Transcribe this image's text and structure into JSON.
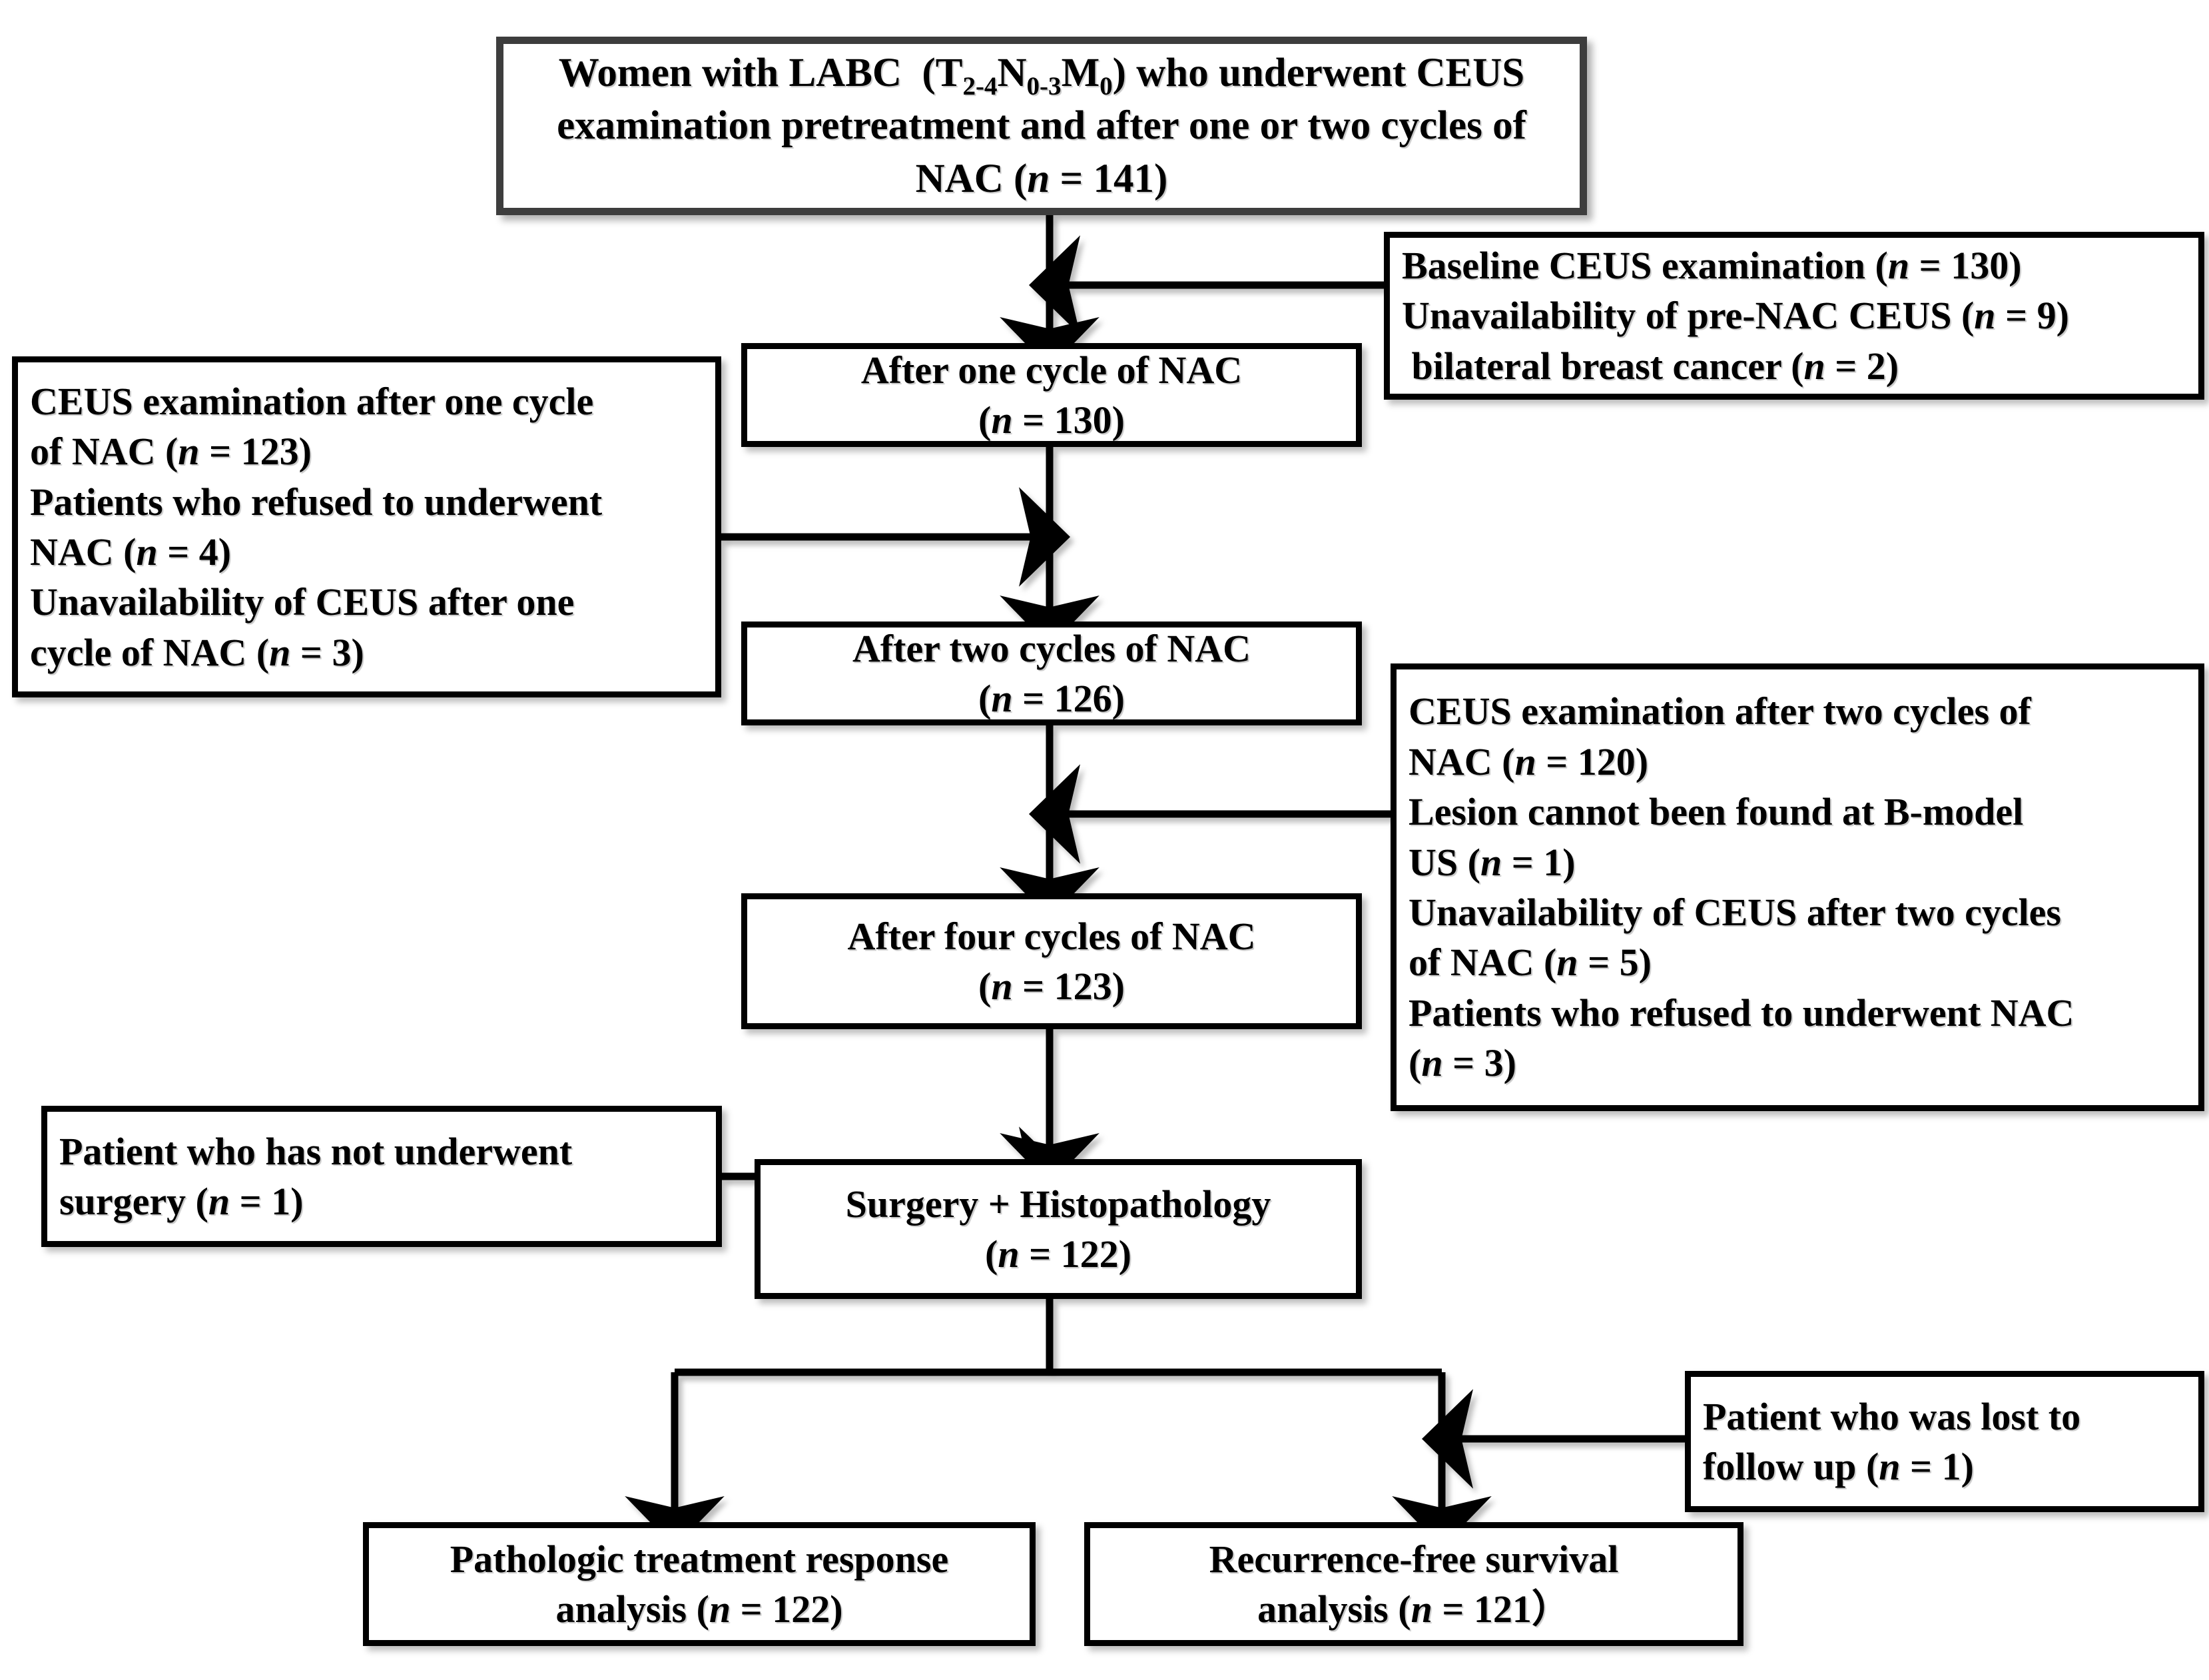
{
  "diagram": {
    "type": "flowchart",
    "title": "CONSORT-style patient enrollment flow for CEUS during NAC in LABC",
    "colors": {
      "background": "#ffffff",
      "box_border": "#000000",
      "root_box_border": "#3d3d3d",
      "text": "#000000",
      "arrow": "#000000"
    }
  },
  "nodes": {
    "root": {
      "id": "root",
      "kind": "start-box",
      "lines": [
        "Women with LABC  (T₂₋₄N₀₋₃M₀) who underwent CEUS",
        "examination pretreatment and after one or two cycles of",
        "NAC (n = 141)"
      ],
      "n": 141
    },
    "exclusion_baseline": {
      "id": "exclusion_baseline",
      "kind": "exclusion-box",
      "lines": [
        "Baseline CEUS examination (n = 130)",
        "Unavailability of pre-NAC CEUS (n = 9)",
        " bilateral breast cancer (n = 2)"
      ],
      "items": [
        {
          "label": "Baseline CEUS examination",
          "n": 130
        },
        {
          "label": "Unavailability of pre-NAC CEUS",
          "n": 9
        },
        {
          "label": "bilateral breast cancer",
          "n": 2
        }
      ]
    },
    "after_one_cycle": {
      "id": "after_one_cycle",
      "kind": "stage-box",
      "lines": [
        "After one cycle of NAC",
        "(n = 130)"
      ],
      "n": 130
    },
    "exclusion_one_cycle": {
      "id": "exclusion_one_cycle",
      "kind": "exclusion-box",
      "lines": [
        "CEUS examination after one cycle",
        "of NAC (n = 123)",
        "Patients who refused to underwent",
        "NAC (n = 4)",
        "Unavailability of CEUS  after one",
        "cycle of NAC (n = 3)"
      ],
      "items": [
        {
          "label": "CEUS examination after one cycle of NAC",
          "n": 123
        },
        {
          "label": "Patients who refused to underwent NAC",
          "n": 4
        },
        {
          "label": "Unavailability of CEUS  after one cycle of NAC",
          "n": 3
        }
      ]
    },
    "after_two_cycles": {
      "id": "after_two_cycles",
      "kind": "stage-box",
      "lines": [
        "After two cycles of NAC",
        "(n = 126)"
      ],
      "n": 126
    },
    "exclusion_two_cycles": {
      "id": "exclusion_two_cycles",
      "kind": "exclusion-box",
      "lines": [
        "CEUS examination after two cycles of",
        "NAC (n = 120)",
        "Lesion cannot been found at B-model",
        "US (n = 1)",
        "Unavailability of CEUS  after two cycles",
        "of NAC (n = 5)",
        "Patients who refused to underwent NAC",
        "(n = 3)"
      ],
      "items": [
        {
          "label": "CEUS examination after two cycles of NAC",
          "n": 120
        },
        {
          "label": "Lesion cannot been found at B-model US",
          "n": 1
        },
        {
          "label": "Unavailability of CEUS  after two cycles of NAC",
          "n": 5
        },
        {
          "label": "Patients who refused to underwent NAC",
          "n": 3
        }
      ]
    },
    "after_four_cycles": {
      "id": "after_four_cycles",
      "kind": "stage-box",
      "lines": [
        "After four cycles of NAC",
        "(n = 123)"
      ],
      "n": 123
    },
    "exclusion_surgery": {
      "id": "exclusion_surgery",
      "kind": "exclusion-box",
      "lines": [
        "Patient who has not underwent",
        "surgery (n = 1)"
      ],
      "items": [
        {
          "label": "Patient who has not underwent surgery",
          "n": 1
        }
      ]
    },
    "surgery": {
      "id": "surgery",
      "kind": "stage-box",
      "lines": [
        "Surgery + Histopathology",
        "(n = 122)"
      ],
      "n": 122
    },
    "exclusion_followup": {
      "id": "exclusion_followup",
      "kind": "exclusion-box",
      "lines": [
        "Patient who was lost to",
        "follow up (n = 1)"
      ],
      "items": [
        {
          "label": "Patient who was lost to follow up",
          "n": 1
        }
      ]
    },
    "pathologic_analysis": {
      "id": "pathologic_analysis",
      "kind": "outcome-box",
      "lines": [
        "Pathologic treatment response",
        "analysis (n = 122)"
      ],
      "n": 122
    },
    "rfs_analysis": {
      "id": "rfs_analysis",
      "kind": "outcome-box",
      "lines": [
        "Recurrence-free survival",
        "analysis (n = 121）"
      ],
      "n": 121
    }
  },
  "edges": [
    {
      "from": "root",
      "to": "after_one_cycle",
      "direction": "down"
    },
    {
      "from": "exclusion_baseline",
      "to": "after_one_cycle",
      "direction": "left"
    },
    {
      "from": "after_one_cycle",
      "to": "after_two_cycles",
      "direction": "down"
    },
    {
      "from": "exclusion_one_cycle",
      "to": "after_two_cycles",
      "direction": "right"
    },
    {
      "from": "after_two_cycles",
      "to": "after_four_cycles",
      "direction": "down"
    },
    {
      "from": "exclusion_two_cycles",
      "to": "after_four_cycles",
      "direction": "left"
    },
    {
      "from": "after_four_cycles",
      "to": "surgery",
      "direction": "down"
    },
    {
      "from": "exclusion_surgery",
      "to": "surgery",
      "direction": "right"
    },
    {
      "from": "surgery",
      "to": "pathologic_analysis",
      "direction": "down-split-left"
    },
    {
      "from": "surgery",
      "to": "rfs_analysis",
      "direction": "down-split-right"
    },
    {
      "from": "exclusion_followup",
      "to": "rfs_analysis",
      "direction": "left"
    }
  ]
}
